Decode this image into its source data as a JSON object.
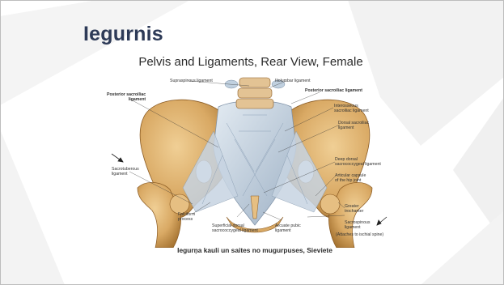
{
  "slide": {
    "title": "Iegurnis",
    "figure_title": "Pelvis and Ligaments, Rear View, Female",
    "caption": "Iegurņa kauli un saites no mugurpuses, Sieviete"
  },
  "labels": {
    "supraspinous": "Supraspinous ligament",
    "iliolumbar": "Iliolumbar ligament",
    "post_sacroiliac_left": "Posterior sacroiliac\nligament",
    "post_sacroiliac_right": "Posterior sacroiliac ligament",
    "interosseous": "Interosseous\nsacroiliac ligament",
    "dorsal_sacroiliac": "Dorsal sacroiliac\nligament",
    "sacrotuberous": "Sacrotuberous\nligament",
    "deep_dorsal": "Deep dorsal\nsacrococcygeal ligament",
    "articular_capsule": "Articular capsule\nof the hip joint",
    "greater_trochanter": "Greater\ntrochanter",
    "sacrospinous": "Sacrospinous\nligament",
    "attaches": "(Attaches to ischial spine)",
    "falciform": "Falciform\nprocess",
    "superficial_dorsal": "Superficial dorsal\nsacrococcygeal ligament",
    "arcuate_pubic": "Arcuate pubic\nligament"
  },
  "colors": {
    "title": "#2d3a57",
    "bone": "#d9a964",
    "bone_dark": "#b88540",
    "ligament": "#c9d6e3",
    "decor": "#f1f1f1"
  }
}
